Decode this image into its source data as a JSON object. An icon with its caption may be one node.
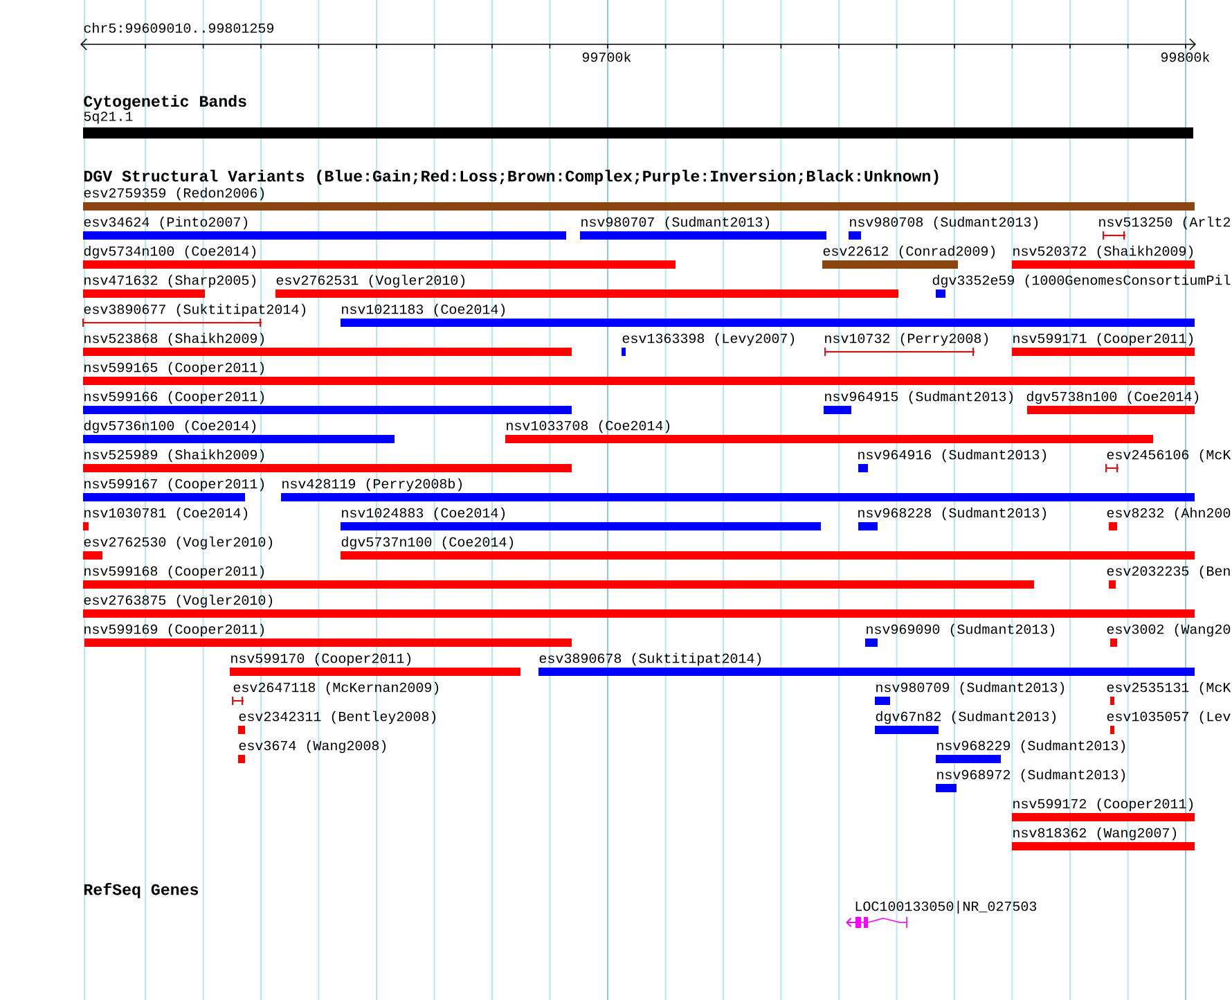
{
  "diagram": {
    "nodes": [
      {
        "text": [
          "5q21.1"
        ]
      },
      {
        "text": [
          "esv2759359 (Redon2006)"
        ]
      },
      {
        "text": [
          "esv34624 (Pinto2007)"
        ]
      },
      {
        "text": [
          "nsv980707 (Sudmant2013)"
        ]
      },
      {
        "text": [
          "nsv980708 (Sudmant2013)"
        ]
      },
      {
        "text": [
          "nsv513250 (Arlt2"
        ]
      },
      {
        "text": [
          "dgv5734n100 (Coe2014)"
        ]
      },
      {
        "text": [
          "esv22612 (Conrad2009)"
        ]
      },
      {
        "text": [
          "nsv520372 (Shaikh2009)"
        ]
      },
      {
        "text": [
          "nsv471632 (Sharp2005)"
        ]
      },
      {
        "text": [
          "esv2762531 (Vogler2010)"
        ]
      },
      {
        "text": [
          "dgv3352e59 (1000GenomesConsortiumPil"
        ]
      },
      {
        "text": [
          "esv3890677 (Suktitipat2014)"
        ]
      },
      {
        "text": [
          "nsv1021183 (Coe2014)"
        ]
      },
      {
        "text": [
          "nsv523868 (Shaikh2009)"
        ]
      },
      {
        "text": [
          "esv1363398 (Levy2007)"
        ]
      },
      {
        "text": [
          "nsv10732 (Perry2008)"
        ]
      },
      {
        "text": [
          "nsv599171 (Cooper2011)"
        ]
      },
      {
        "text": [
          "nsv599165 (Cooper2011)"
        ]
      },
      {
        "text": [
          "nsv599166 (Cooper2011)"
        ]
      },
      {
        "text": [
          "nsv964915 (Sudmant2013)"
        ]
      },
      {
        "text": [
          "dgv5738n100 (Coe2014)"
        ]
      },
      {
        "text": [
          "dgv5736n100 (Coe2014)"
        ]
      },
      {
        "text": [
          "nsv1033708 (Coe2014)"
        ]
      },
      {
        "text": [
          "nsv525989 (Shaikh2009)"
        ]
      },
      {
        "text": [
          "nsv964916 (Sudmant2013)"
        ]
      },
      {
        "text": [
          "esv2456106 (McK"
        ]
      },
      {
        "text": [
          "nsv599167 (Cooper2011)"
        ]
      },
      {
        "text": [
          "nsv428119 (Perry2008b)"
        ]
      },
      {
        "text": [
          "nsv1030781 (Coe2014)"
        ]
      },
      {
        "text": [
          "nsv1024883 (Coe2014)"
        ]
      },
      {
        "text": [
          "nsv968228 (Sudmant2013)"
        ]
      },
      {
        "text": [
          "esv8232 (Ahn200"
        ]
      },
      {
        "text": [
          "esv2762530 (Vogler2010)"
        ]
      },
      {
        "text": [
          "dgv5737n100 (Coe2014)"
        ]
      },
      {
        "text": [
          "nsv599168 (Cooper2011)"
        ]
      },
      {
        "text": [
          "esv2032235 (Ben"
        ]
      },
      {
        "text": [
          "esv2763875 (Vogler2010)"
        ]
      },
      {
        "text": [
          "nsv599169 (Cooper2011)"
        ]
      },
      {
        "text": [
          "nsv969090 (Sudmant2013)"
        ]
      },
      {
        "text": [
          "esv3002 (Wang20"
        ]
      },
      {
        "text": [
          "nsv599170 (Cooper2011)"
        ]
      },
      {
        "text": [
          "esv3890678 (Suktitipat2014)"
        ]
      },
      {
        "text": [
          "esv2647118 (McKernan2009)"
        ]
      },
      {
        "text": [
          "nsv980709 (Sudmant2013)"
        ]
      },
      {
        "text": [
          "esv2535131 (McK"
        ]
      },
      {
        "text": [
          "esv2342311 (Bentley2008)"
        ]
      },
      {
        "text": [
          "dgv67n82 (Sudmant2013)"
        ]
      },
      {
        "text": [
          "esv1035057 (Lev"
        ]
      },
      {
        "text": [
          "esv3674 (Wang2008)"
        ]
      },
      {
        "text": [
          "nsv968229 (Sudmant2013)"
        ]
      },
      {
        "text": [
          "nsv968972 (Sudmant2013)"
        ]
      },
      {
        "text": [
          "nsv599172 (Cooper2011)"
        ]
      },
      {
        "text": [
          "nsv818362 (Wang2007)"
        ]
      },
      {
        "text": [
          "LOC100133050|NR_027503"
        ]
      }
    ],
    "labels": [
      "chr5:99609010..99801259",
      "99700k",
      "99800k",
      "Cytogenetic Bands",
      "DGV Structural Variants (Blue:Gain;Red:Loss;Brown:Complex;Purple:Inversion;Black:Unknown)",
      "RefSeq Genes"
    ]
  }
}
